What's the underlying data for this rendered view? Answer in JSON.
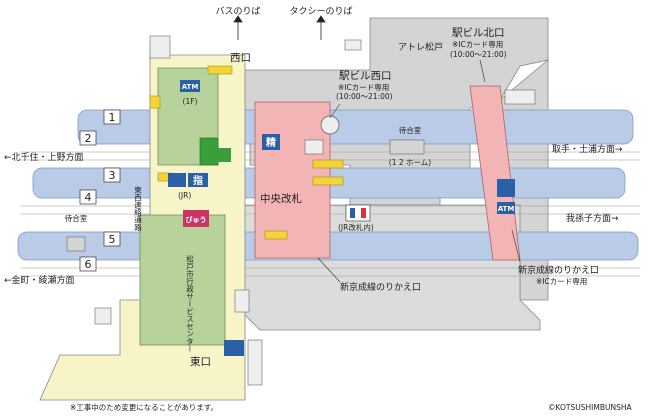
{
  "exits": {
    "west": "西口",
    "east": "東口",
    "station_bldg_west": "駅ビル西口",
    "station_bldg_west_note": "※ICカード専用",
    "station_bldg_west_hours": "(10:00〜21:00)",
    "station_bldg_north": "駅ビル北口",
    "station_bldg_north_note": "※ICカード専用",
    "station_bldg_north_hours": "(10:00〜21:00)"
  },
  "destinations": {
    "bus": "バスのりば",
    "taxi": "タクシーのりば",
    "kitasenju": "←北千住・上野方面",
    "kanamachi": "←金町・綾瀬方面",
    "toride": "取手・土浦方面→",
    "abiko": "我孫子方面→"
  },
  "facilities": {
    "atre": "アトレ松戸",
    "atm_label": "ATM",
    "atm_floor": "(1F)",
    "jr_ticket_icon_label": "指",
    "jr_ticket_caption": "(JR)",
    "seisan_label": "精",
    "central_gate": "中央改札",
    "waiting_room_right": "待合室",
    "waiting_room_right_platforms": "(1 2 ホーム)",
    "waiting_room_left": "待合室",
    "jr_gate_inner": "(JR改札内)",
    "shinkeisei_transfer_1": "新京成線のりかえ口",
    "shinkeisei_transfer_2": "新京成線のりかえ口",
    "shinkeisei_transfer_2_note": "※ICカード専用",
    "corridor": "東西連絡通路",
    "city_service_center": "松戸市行政サービスセンター",
    "view_plaza": "びゅう",
    "atm2_label": "ATM"
  },
  "platforms": [
    "1",
    "2",
    "3",
    "4",
    "5",
    "6"
  ],
  "footer": {
    "note": "※工事中のため変更になることがあります。",
    "copyright": "©KOTSUSHIMBUNSHA"
  },
  "colors": {
    "platform": "#b9cbe6",
    "concourse": "#d4d4d4",
    "corridor": "#f7f4c8",
    "gate_area": "#f2b4b4",
    "bldg": "#b7d39b",
    "escalator": "#f3d33a",
    "jr_green": "#3a9e3a",
    "icon_blue": "#2b5fa8",
    "view_red": "#cc3366"
  }
}
